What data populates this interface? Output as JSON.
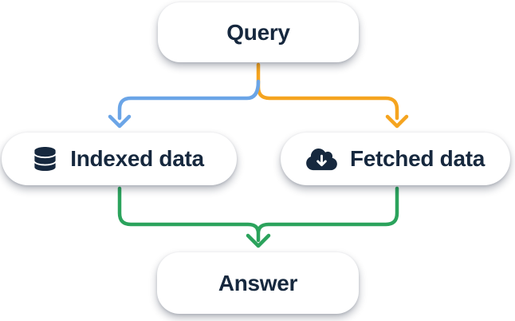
{
  "diagram": {
    "nodes": {
      "query": {
        "label": "Query"
      },
      "indexed": {
        "label": "Indexed data",
        "icon": "database-icon"
      },
      "fetched": {
        "label": "Fetched data",
        "icon": "cloud-download-icon"
      },
      "answer": {
        "label": "Answer"
      }
    },
    "edges": [
      {
        "from": "Query",
        "to": "Indexed data",
        "color_key": "blue_arrow"
      },
      {
        "from": "Query",
        "to": "Fetched data",
        "color_key": "orange_arrow"
      },
      {
        "from": "Indexed data",
        "to": "Answer",
        "color_key": "green_arrow"
      },
      {
        "from": "Fetched data",
        "to": "Answer",
        "color_key": "green_arrow"
      }
    ],
    "colors": {
      "node_background": "#ffffff",
      "text": "#16283E",
      "icon": "#16283E",
      "blue_arrow": "#6BA5E7",
      "orange_arrow": "#F5A41F",
      "green_arrow": "#2BA35C"
    }
  }
}
